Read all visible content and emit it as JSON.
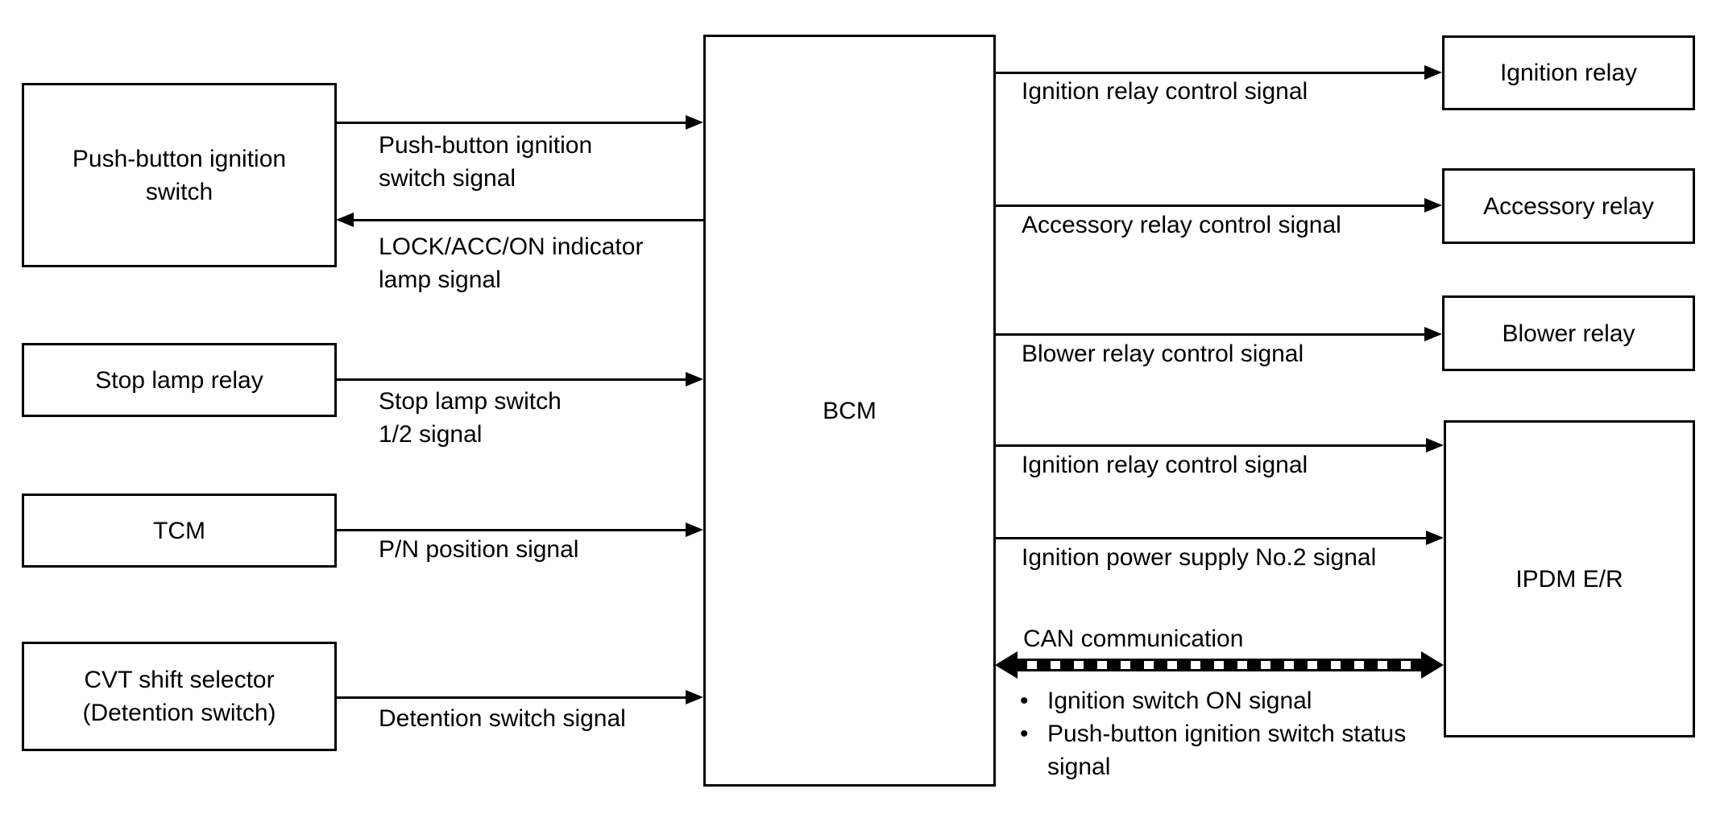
{
  "blocks": {
    "bcm": "BCM",
    "push_button": "Push-button ignition\nswitch",
    "stop_lamp_relay": "Stop lamp relay",
    "tcm": "TCM",
    "cvt": "CVT shift selector\n(Detention switch)",
    "ignition_relay": "Ignition relay",
    "accessory_relay": "Accessory relay",
    "blower_relay": "Blower relay",
    "ipdm": "IPDM E/R"
  },
  "signals": {
    "push_button_signal": "Push-button ignition\nswitch signal",
    "lock_indicator": "LOCK/ACC/ON indicator\nlamp signal",
    "stop_lamp_switch": "Stop lamp switch\n1/2 signal",
    "pn_position": "P/N position signal",
    "detention": "Detention switch signal",
    "ignition_relay_control": "Ignition relay control signal",
    "accessory_relay_control": "Accessory relay control signal",
    "blower_relay_control": "Blower relay control signal",
    "ignition_relay_control_ipdm": "Ignition relay control signal",
    "ignition_power_supply": "Ignition power supply No.2 signal",
    "can_label": "CAN communication",
    "can_bullet_char": "•",
    "can_items": [
      "Ignition switch ON signal",
      "Push-button ignition switch status signal"
    ]
  },
  "colors": {
    "line": "#000000",
    "background": "#ffffff"
  }
}
